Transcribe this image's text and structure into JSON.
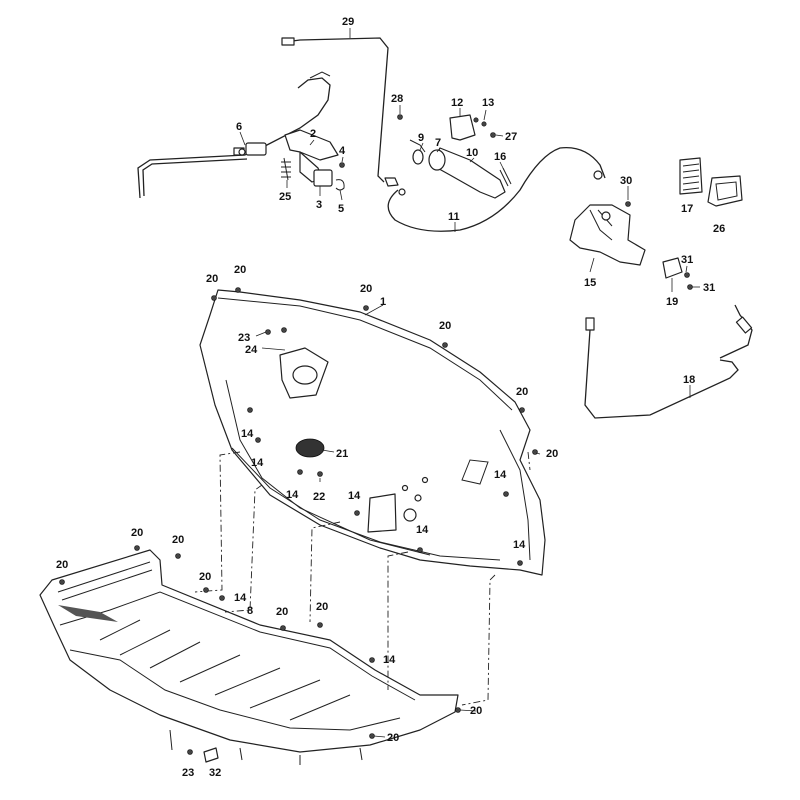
{
  "callouts": [
    {
      "label": "29"
    },
    {
      "label": "6"
    },
    {
      "label": "2"
    },
    {
      "label": "4"
    },
    {
      "label": "25"
    },
    {
      "label": "3"
    },
    {
      "label": "5"
    },
    {
      "label": "28"
    },
    {
      "label": "12"
    },
    {
      "label": "13"
    },
    {
      "label": "27"
    },
    {
      "label": "9"
    },
    {
      "label": "7"
    },
    {
      "label": "10"
    },
    {
      "label": "16"
    },
    {
      "label": "11"
    },
    {
      "label": "30"
    },
    {
      "label": "17"
    },
    {
      "label": "26"
    },
    {
      "label": "15"
    },
    {
      "label": "31"
    },
    {
      "label": "19"
    },
    {
      "label": "31"
    },
    {
      "label": "1"
    },
    {
      "label": "18"
    },
    {
      "label": "20"
    },
    {
      "label": "20"
    },
    {
      "label": "20"
    },
    {
      "label": "20"
    },
    {
      "label": "23"
    },
    {
      "label": "24"
    },
    {
      "label": "20"
    },
    {
      "label": "14"
    },
    {
      "label": "14"
    },
    {
      "label": "21"
    },
    {
      "label": "20"
    },
    {
      "label": "14"
    },
    {
      "label": "22"
    },
    {
      "label": "14"
    },
    {
      "label": "14"
    },
    {
      "label": "14"
    },
    {
      "label": "14"
    },
    {
      "label": "20"
    },
    {
      "label": "20"
    },
    {
      "label": "20"
    },
    {
      "label": "20"
    },
    {
      "label": "14"
    },
    {
      "label": "8"
    },
    {
      "label": "20"
    },
    {
      "label": "20"
    },
    {
      "label": "14"
    },
    {
      "label": "20"
    },
    {
      "label": "20"
    },
    {
      "label": "23"
    },
    {
      "label": "32"
    }
  ]
}
